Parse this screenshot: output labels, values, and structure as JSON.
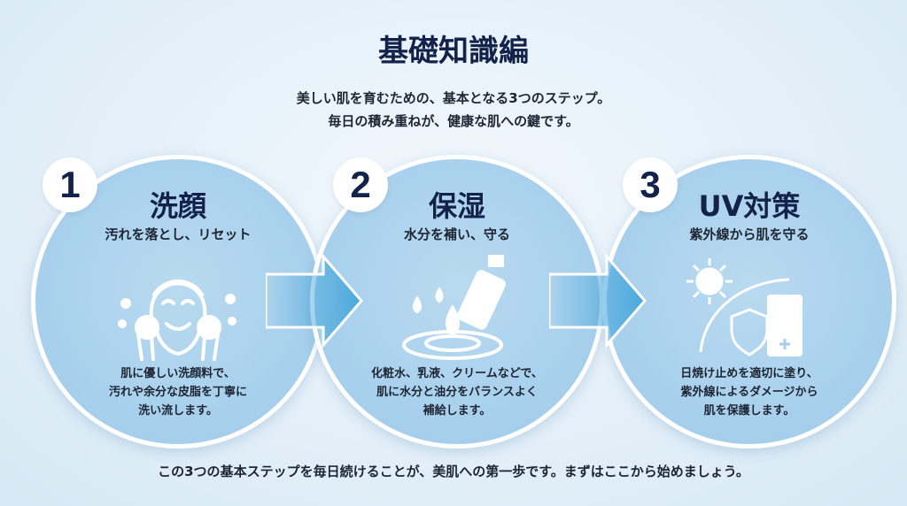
{
  "title": "基礎知識編",
  "subtitle": [
    "美しい肌を育むための、基本となる3つのステップ。",
    "毎日の積み重ねが、健康な肌への鍵です。"
  ],
  "steps": [
    {
      "number": "1",
      "title": "洗顔",
      "tagline": "汚れを落とし、リセット",
      "icon": "face-washing-icon",
      "description": [
        "肌に優しい洗顔料で、",
        "汚れや余分な皮脂を丁寧に",
        "洗い流します。"
      ]
    },
    {
      "number": "2",
      "title": "保湿",
      "tagline": "水分を補い、守る",
      "icon": "lotion-bottle-drop-icon",
      "description": [
        "化粧水、乳液、クリームなどで、",
        "肌に水分と油分をバランスよく",
        "補給します。"
      ]
    },
    {
      "number": "3",
      "title": "UV対策",
      "tagline": "紫外線から肌を守る",
      "icon": "sun-shield-sunscreen-icon",
      "description": [
        "日焼け止めを適切に塗り、",
        "紫外線によるダメージから",
        "肌を保護します。"
      ]
    }
  ],
  "footer": "この3つの基本ステップを毎日続けることが、美肌への第一歩です。まずはここから始めましょう。",
  "colors": {
    "navy": "#13224a",
    "circle": "#a6cfec",
    "arrow": "#4aa8dc"
  }
}
